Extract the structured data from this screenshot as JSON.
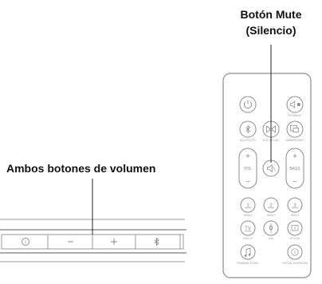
{
  "callouts": {
    "mute_line1": "Botón Mute",
    "mute_line2": "(Silencio)",
    "volume": "Ambos botones de volumen"
  },
  "soundbar": {
    "buttons": [
      {
        "icon": "info-icon",
        "glyph": "(i)"
      },
      {
        "icon": "volume-down-icon",
        "glyph": "−"
      },
      {
        "icon": "volume-up-icon",
        "glyph": "+"
      },
      {
        "icon": "bluetooth-icon",
        "glyph": "∦"
      }
    ]
  },
  "remote": {
    "buttons": {
      "power_icon": "power-icon",
      "feedback_label": "FEEDBACK",
      "bluetooth_label": "BLUETOOTH",
      "surround_label": "DTS VIRTUAL",
      "dimmer_label": "DIMMER/DEMO",
      "vol_plus": "+",
      "vol_label": "VOL",
      "vol_minus": "−",
      "mute_icon": "mute-icon",
      "bass_plus": "+",
      "bass_label": "BASS",
      "bass_minus": "−",
      "hdmi1_num": "1",
      "hdmi1_label": "HDMI 1",
      "hdmi2_num": "2",
      "hdmi2_label": "HDMI 2",
      "hdmi3_num": "3",
      "hdmi3_label": "HDMI 3",
      "tv_text": "TV",
      "tv_label": "HDMI TV",
      "aux_label": "AUX",
      "optical_label": "OPTICAL",
      "music_label": "RAINMAN SOUND",
      "info_label": "VIRTUAL SURROUND"
    }
  },
  "colors": {
    "line": "#222222",
    "outline": "#8c8c8c"
  }
}
